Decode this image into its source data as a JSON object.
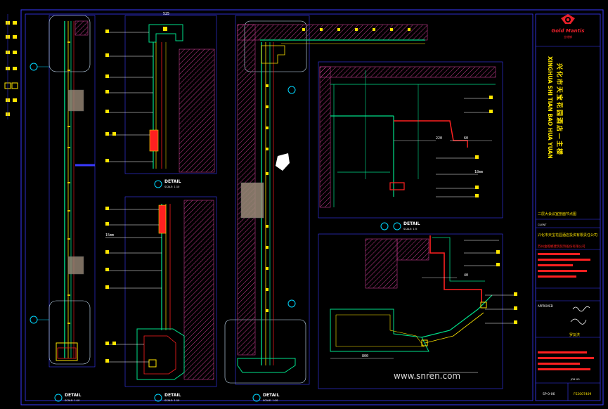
{
  "colors": {
    "background": "#000000",
    "frame": "#3a3aff",
    "wall_hatch": "#c23a8c",
    "glass": "#00e08a",
    "steel": "#ffe600",
    "red": "#ff2020",
    "cyan": "#00d8ff",
    "white": "#ffffff",
    "stone": "#9a8a78"
  },
  "details": [
    {
      "title": "DETAIL",
      "scale": "SCALE: 1:10"
    },
    {
      "title": "DETAIL",
      "scale": "SCALE: 1:10"
    },
    {
      "title": "DETAIL",
      "scale": "SCALE: 1:10"
    },
    {
      "title": "DETAIL",
      "scale": "SCALE: 1:10"
    },
    {
      "title": "DETAIL",
      "scale": "SCALE: 1:5"
    }
  ],
  "dimensions": {
    "top_width": "525",
    "d220": "220",
    "d60": "60",
    "d800": "800",
    "d40": "40",
    "label_15mm": "15mm",
    "label_18mm": "18mm"
  },
  "title_block": {
    "logo_text": "Gold Mantis",
    "logo_sub": "金螳螂",
    "project_pinyin": "XINGHUA SHI TIAN BAO HUA YUAN",
    "project_cn": "兴化市天宝花园酒店—主楼",
    "drawing_name": "二层大会议室剖面节点图",
    "client_label": "CLIENT",
    "client_name": "兴化市天宝花园酒店投资有限责任公司",
    "designer": "苏州金螳螂建筑装饰股份有限公司",
    "approved_label": "APPROVED",
    "signature": "罗友洪",
    "job_no_label": "JOB NO",
    "sheet_no": "SP-0-06",
    "drawing_no": "FS2007409"
  },
  "watermark": "www.snren.com"
}
